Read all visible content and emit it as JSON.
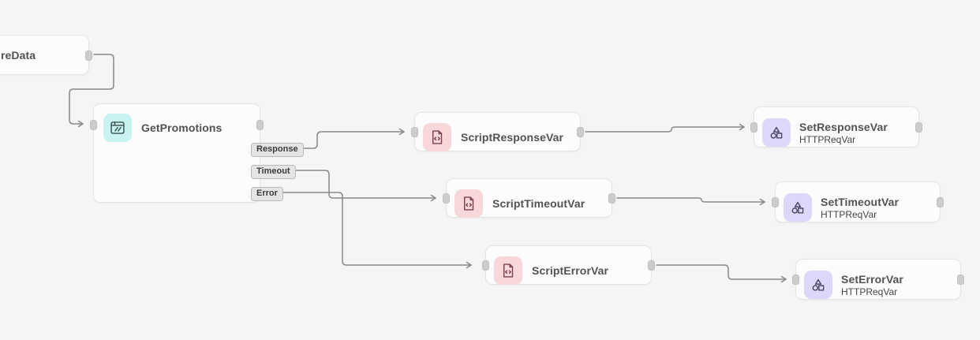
{
  "canvas": {
    "background": "#f5f5f5"
  },
  "colors": {
    "node_bg": "#fcfcfc",
    "node_border": "#e4e4e4",
    "edge": "#8a8a8a",
    "port": "#cccccc",
    "icon_cyan_bg": "#c8f3f0",
    "icon_pink_bg": "#f7d7da",
    "icon_purple_bg": "#ddd8fa",
    "title_text": "#525252",
    "chip_bg": "#e4e4e4"
  },
  "nodes": [
    {
      "id": "capture-data",
      "title": "reData",
      "icon": "none-visible",
      "subtitle": ""
    },
    {
      "id": "get-promotions",
      "title": "GetPromotions",
      "icon": "web-window-icon",
      "subtitle": "",
      "outputs": [
        "Response",
        "Timeout",
        "Error"
      ]
    },
    {
      "id": "script-response-var",
      "title": "ScriptResponseVar",
      "icon": "code-file-icon",
      "subtitle": ""
    },
    {
      "id": "script-timeout-var",
      "title": "ScriptTimeoutVar",
      "icon": "code-file-icon",
      "subtitle": ""
    },
    {
      "id": "script-error-var",
      "title": "ScriptErrorVar",
      "icon": "code-file-icon",
      "subtitle": ""
    },
    {
      "id": "set-response-var",
      "title": "SetResponseVar",
      "icon": "shapes-icon",
      "subtitle": "HTTPReqVar"
    },
    {
      "id": "set-timeout-var",
      "title": "SetTimeoutVar",
      "icon": "shapes-icon",
      "subtitle": "HTTPReqVar"
    },
    {
      "id": "set-error-var",
      "title": "SetErrorVar",
      "icon": "shapes-icon",
      "subtitle": "HTTPReqVar"
    }
  ],
  "edges": [
    {
      "from": "capture-data",
      "to": "get-promotions",
      "label": ""
    },
    {
      "from": "get-promotions:Response",
      "to": "script-response-var",
      "label": "Response"
    },
    {
      "from": "get-promotions:Timeout",
      "to": "script-timeout-var",
      "label": "Timeout"
    },
    {
      "from": "get-promotions:Error",
      "to": "script-error-var",
      "label": "Error"
    },
    {
      "from": "script-response-var",
      "to": "set-response-var",
      "label": ""
    },
    {
      "from": "script-timeout-var",
      "to": "set-timeout-var",
      "label": ""
    },
    {
      "from": "script-error-var",
      "to": "set-error-var",
      "label": ""
    }
  ]
}
